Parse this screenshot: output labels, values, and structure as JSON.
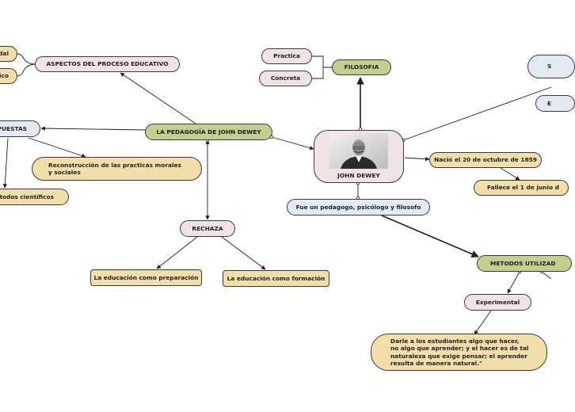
{
  "colors": {
    "pink": "#efe3e6",
    "green": "#c3cf8f",
    "yellow": "#f1deaa",
    "blue": "#e3eaf1",
    "line": "#1e1e1e"
  },
  "nodes": {
    "central": "JOHN DEWEY",
    "filosofia": "FILOSOFIA",
    "practica": "Practica",
    "concreta": "Concreta",
    "pedagogia": "LA PEDAGOGÍA DE JOHN DEWEY",
    "aspectos": "ASPECTOS DEL PROCESO EDUCATIVO",
    "social_partial": "dal",
    "psico_partial": "ico",
    "propuestas_partial": "PUESTAS",
    "reconstruccion": "Reconstrucción de las practicas morales y sociales",
    "metodos_cientificos_partial": "étodos científicos",
    "rechaza": "RECHAZA",
    "preparacion": "La educación como preparación",
    "formacion": "La educación como formación",
    "fue": "Fue un pedagogo, psicólogo y filosofo",
    "nacio": "Nació el 20 de octubre de 1859",
    "fallece_partial": "Fallece el 1 de junio d",
    "metodos_partial": "METODOS UTILIZAD",
    "experimental": "Experimental",
    "quote": "Darle a los estudiantes algo que hacer, no algo que aprender; y el hacer es de tal naturaleza que exige pensar; el aprender resulta de manera natural.\"",
    "right_top_partial": "S",
    "right_mid_partial": "E"
  }
}
